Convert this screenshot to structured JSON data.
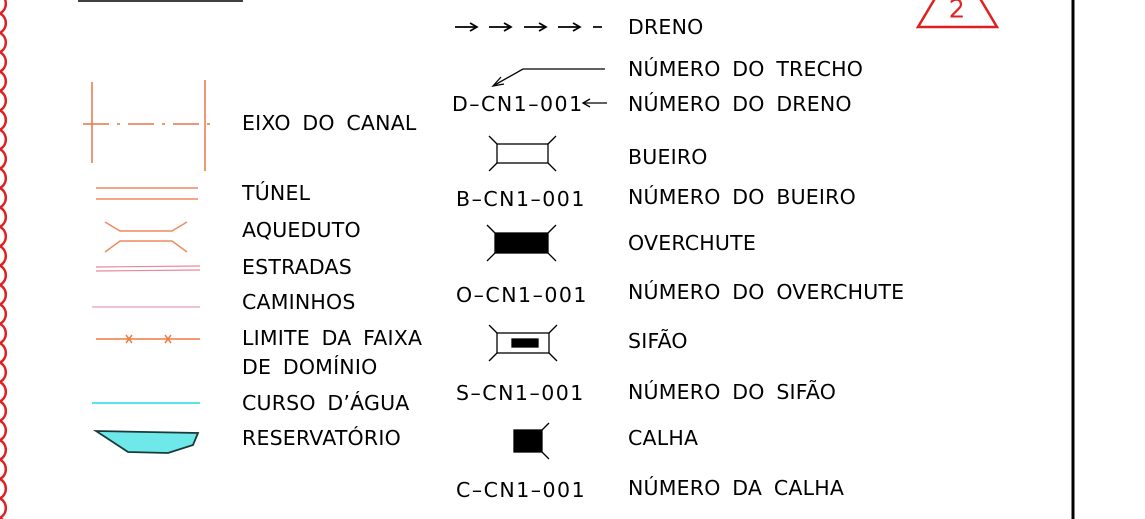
{
  "legend_left": [
    {
      "id": "eixo",
      "label": "EIXO DO CANAL",
      "color": "#e8754a"
    },
    {
      "id": "tunel",
      "label": "TÚNEL",
      "color": "#f08a60"
    },
    {
      "id": "aqueduto",
      "label": "AQUEDUTO",
      "color": "#f08a60"
    },
    {
      "id": "estradas",
      "label": "ESTRADAS",
      "color": "#e8889a"
    },
    {
      "id": "caminhos",
      "label": "CAMINHOS",
      "color": "#e8a0b0"
    },
    {
      "id": "limite",
      "label": "LIMITE DA FAIXA",
      "label2": "DE DOMÍNIO",
      "color": "#f07a40"
    },
    {
      "id": "curso",
      "label": "CURSO D’ÁGUA",
      "color": "#40e0e8"
    },
    {
      "id": "reservatorio",
      "label": "RESERVATÓRIO",
      "color": "#6ee8e8"
    }
  ],
  "legend_right": {
    "dreno": "DRENO",
    "numero_trecho": "NÚMERO DO TRECHO",
    "dreno_code": "D–CN1–001",
    "numero_dreno": "NÚMERO DO DRENO",
    "bueiro": "BUEIRO",
    "bueiro_code": "B–CN1–001",
    "numero_bueiro": "NÚMERO DO BUEIRO",
    "overchute": "OVERCHUTE",
    "overchute_code": "O–CN1–001",
    "numero_overchute": "NÚMERO DO OVERCHUTE",
    "sifao": "SIFÃO",
    "sifao_code": "S–CN1–001",
    "numero_sifao": "NÚMERO DO SIFÃO",
    "calha": "CALHA",
    "calha_code": "C–CN1–001",
    "numero_calha": "NÚMERO DA CALHA"
  },
  "revision_mark": {
    "label": "2",
    "color": "#e02020"
  },
  "colors": {
    "ink": "#000000",
    "cloud": "#e02020"
  }
}
